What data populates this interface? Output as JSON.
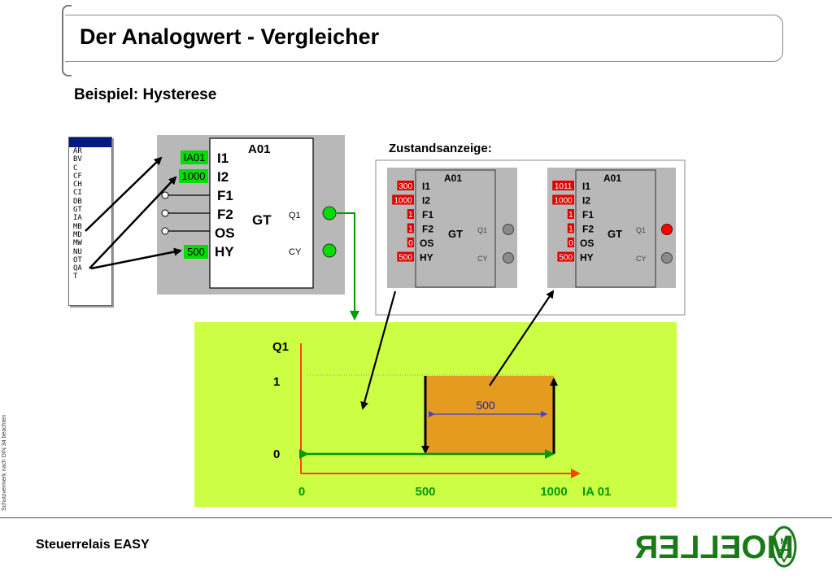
{
  "title": "Der Analogwert - Vergleicher",
  "subtitle": "Beispiel: Hysterese",
  "status_label": "Zustandsanzeige:",
  "footer": "Steuerrelais EASY",
  "side_note": "Schutzvermerk nach DIN 34 beachten",
  "logo_text": "MOELLER",
  "list_items": [
    "AR",
    "BV",
    "C",
    "CF",
    "CH",
    "CI",
    "DB",
    "GT",
    "IA",
    "MB",
    "MD",
    "MW",
    "NU",
    "OT",
    "QA",
    "T"
  ],
  "main_block": {
    "name": "A01",
    "type": "GT",
    "inputs": [
      "I1",
      "I2",
      "F1",
      "F2",
      "OS",
      "HY"
    ],
    "outputs": [
      "Q1",
      "CY"
    ],
    "values": {
      "i1": "IA01",
      "i2": "1000",
      "hy": "500"
    }
  },
  "panel_left": {
    "name": "A01",
    "type": "GT",
    "inputs": [
      "I1",
      "I2",
      "F1",
      "F2",
      "OS",
      "HY"
    ],
    "values": [
      "300",
      "1000",
      "1",
      "1",
      "0",
      "500"
    ],
    "outputs": [
      "Q1",
      "CY"
    ]
  },
  "panel_right": {
    "name": "A01",
    "type": "GT",
    "inputs": [
      "I1",
      "I2",
      "F1",
      "F2",
      "OS",
      "HY"
    ],
    "values": [
      "1011",
      "1000",
      "1",
      "1",
      "0",
      "500"
    ],
    "outputs": [
      "Q1",
      "CY"
    ]
  },
  "chart": {
    "y_axis_label": "Q1",
    "y_ticks": [
      "1",
      "0"
    ],
    "x_ticks": [
      "0",
      "500",
      "1000"
    ],
    "x_axis_label": "IA 01",
    "hysteresis_label": "500"
  },
  "colors": {
    "green": "#00dd00",
    "red": "#e00000",
    "panel_gray": "#b8b8b8",
    "chart_bg": "#ccff44",
    "orange": "#e59a20",
    "axis": "#ff4400"
  }
}
